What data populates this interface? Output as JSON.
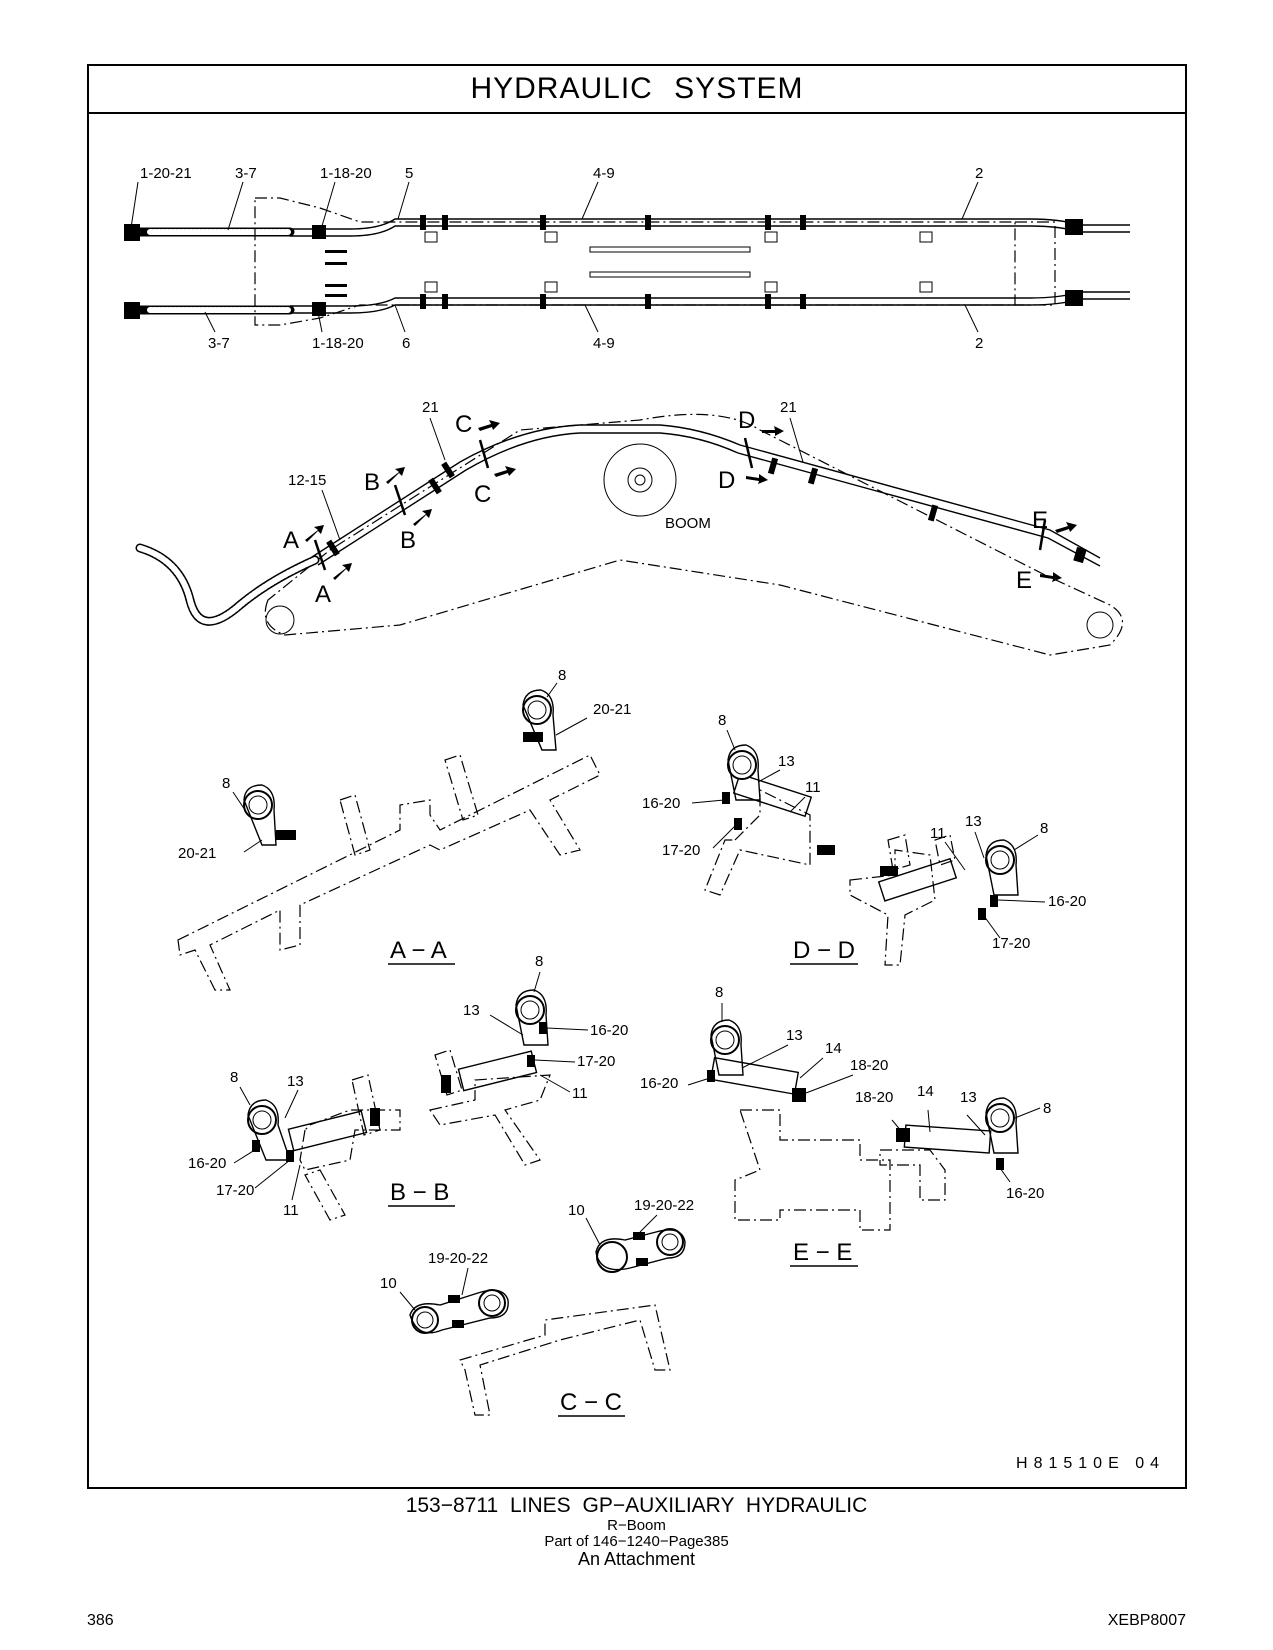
{
  "header": {
    "title": "HYDRAULIC   SYSTEM"
  },
  "top_view": {
    "labels_top": [
      "1-20-21",
      "3-7",
      "1-18-20",
      "5",
      "4-9",
      "2"
    ],
    "labels_bottom": [
      "3-7",
      "1-18-20",
      "6",
      "4-9",
      "2"
    ]
  },
  "side_view": {
    "boom_label": "BOOM",
    "callouts": [
      "21",
      "21",
      "12-15"
    ],
    "section_markers": [
      "A",
      "A",
      "B",
      "B",
      "C",
      "C",
      "D",
      "D",
      "E",
      "E"
    ]
  },
  "sections": {
    "aa": {
      "title": "A − A",
      "labels": [
        "8",
        "20-21",
        "8",
        "20-21"
      ]
    },
    "dd": {
      "title": "D − D",
      "labels": [
        "8",
        "13",
        "11",
        "16-20",
        "17-20",
        "11",
        "13",
        "8",
        "16-20",
        "17-20"
      ]
    },
    "bb": {
      "title": "B − B",
      "labels": [
        "8",
        "13",
        "16-20",
        "17-20",
        "11",
        "8",
        "13",
        "16-20",
        "17-20",
        "11"
      ]
    },
    "ee": {
      "title": "E − E",
      "labels": [
        "8",
        "13",
        "14",
        "18-20",
        "16-20",
        "18-20",
        "14",
        "13",
        "8",
        "16-20"
      ]
    },
    "cc": {
      "title": "C − C",
      "labels": [
        "10",
        "19-20-22",
        "10",
        "19-20-22"
      ]
    }
  },
  "drawing_id": "H81510E   04",
  "caption": {
    "main": "153−8711   LINES  GP−AUXILIARY  HYDRAULIC",
    "sub": "R−Boom",
    "part_of": "Part of 146−1240−Page385",
    "attachment": "An Attachment"
  },
  "footer": {
    "page_number": "386",
    "doc_code": "XEBP8007"
  }
}
